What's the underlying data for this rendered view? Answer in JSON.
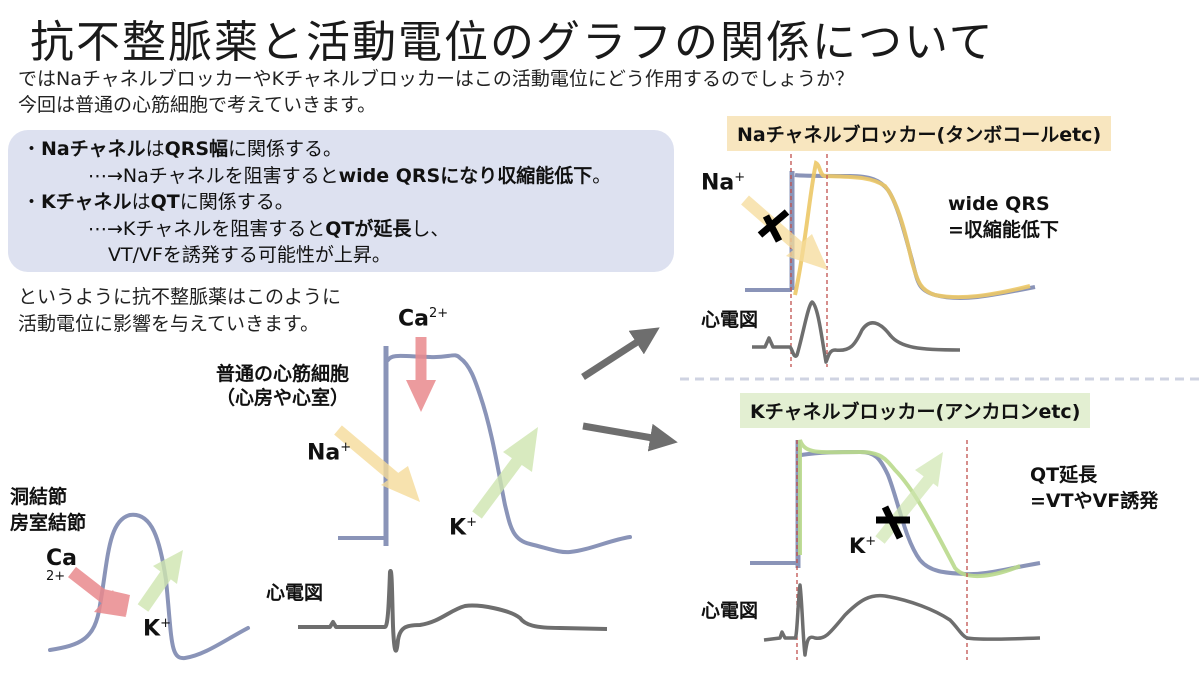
{
  "title": "抗不整脈薬と活動電位のグラフの関係について",
  "intro": {
    "line1": "ではNaチャネルブロッカーやKチャネルブロッカーはこの活動電位にどう作用するのでしょうか？",
    "line2": "今回は普通の心筋細胞で考えていきます。"
  },
  "key_points": {
    "na": {
      "bullet": "・",
      "subject": "Naチャネル",
      "mid": "は",
      "target": "QRS幅",
      "tail": "に関係する。",
      "effect_prefix": "⋯→Naチャネルを阻害すると",
      "effect_bold": "wide QRSになり収縮能低下",
      "effect_suffix": "。"
    },
    "k": {
      "bullet": "・",
      "subject": "Kチャネル",
      "mid": "は",
      "target": "QT",
      "tail": "に関係する。",
      "effect_prefix": "⋯→Kチャネルを阻害すると",
      "effect_bold": "QTが延長",
      "effect_suffix": "し、",
      "effect_line2": "VT/VFを誘発する可能性が上昇。"
    }
  },
  "summary": {
    "line1": "というように抗不整脈薬はこのように",
    "line2": "活動電位に影響を与えていきます。"
  },
  "normal_cell": {
    "label_line1": "普通の心筋細胞",
    "label_line2": "（心房や心室）",
    "ca_label": "Ca",
    "ca_sup": "2+",
    "na_label": "Na",
    "na_sup": "+",
    "k_label": "K",
    "k_sup": "+",
    "ecg_label": "心電図"
  },
  "nodal_cell": {
    "label_line1": "洞結節",
    "label_line2": "房室結節",
    "ca_label": "Ca",
    "ca_sub": "2+",
    "k_label": "K",
    "k_sup": "+"
  },
  "na_blocker": {
    "banner": "Naチャネルブロッカー(タンボコールetc)",
    "na_label": "Na",
    "na_sup": "+",
    "note_line1": "wide QRS",
    "note_line2": "=収縮能低下",
    "ecg_label": "心電図"
  },
  "k_blocker": {
    "banner": "Kチャネルブロッカー(アンカロンetc)",
    "k_label": "K",
    "k_sup": "+",
    "note_line1": "QT延長",
    "note_line2": "=VTやVF誘発",
    "ecg_label": "心電図"
  },
  "colors": {
    "ap_normal": "#8a94b8",
    "ap_na_blocked": "#ecc867",
    "ap_k_blocked": "#b9d98c",
    "ca_arrow": "#e98a8e",
    "na_arrow": "#f6dc9a",
    "k_arrow": "#cfe6b0",
    "ecg": "#6e6e6e",
    "marker": "#c0504d",
    "box_bg": "#dde1f0",
    "banner_na_bg": "#f8e6bf",
    "banner_k_bg": "#e3efd2",
    "divider": "#cfd3e2",
    "nav_arrow": "#6e6e6e"
  }
}
